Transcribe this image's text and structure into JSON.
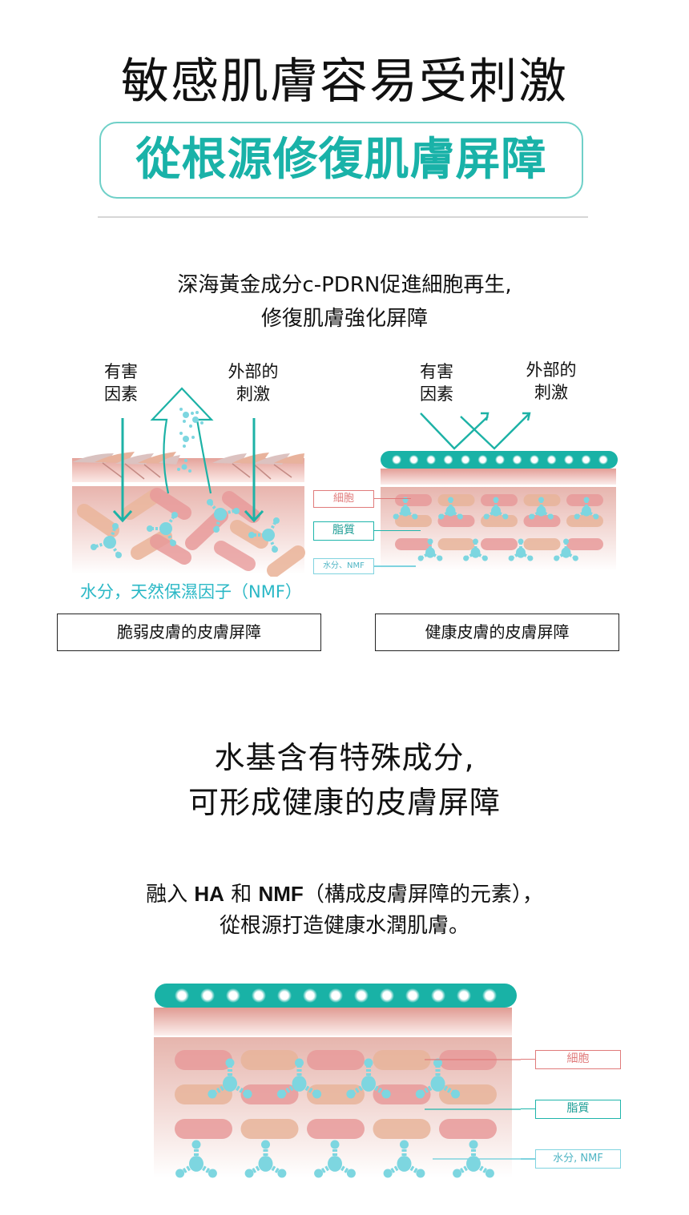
{
  "hero": {
    "headline": "敏感肌膚容易受刺激",
    "subheadline": "從根源修復肌膚屏障"
  },
  "intro": {
    "line1": "深海黃金成分c-PDRN促進細胞再生,",
    "line2": "修復肌膚強化屏障"
  },
  "comparison": {
    "left": {
      "label_harmful": [
        "有害",
        "因素"
      ],
      "label_external": [
        "外部的",
        "刺激"
      ],
      "nmf_caption": "水分，天然保濕因子（NMF）",
      "caption": "脆弱皮膚的皮膚屏障"
    },
    "right": {
      "label_harmful": [
        "有害",
        "因素"
      ],
      "label_external": [
        "外部的",
        "刺激"
      ],
      "tags": {
        "cells": "細胞",
        "lipids": "脂質",
        "water_nmf": "水分、NMF"
      },
      "caption": "健康皮膚的皮膚屏障"
    }
  },
  "section2": {
    "headline_line1": "水基含有特殊成分,",
    "headline_line2": "可形成健康的皮膚屏障",
    "body_prefix": "融入 ",
    "body_ha": "HA",
    "body_and": " 和 ",
    "body_nmf": "NMF",
    "body_suffix": "（構成皮膚屏障的元素），",
    "body_line2": "從根源打造健康水潤肌膚。",
    "tags": {
      "cells": "細胞",
      "lipids": "脂質",
      "water_nmf": "水分, NMF"
    }
  },
  "colors": {
    "teal": "#19b2a8",
    "teal_light": "#6fd0c8",
    "molecule_blue": "#7dd6e0",
    "cell_red": "#e89a9a",
    "cell_peach": "#e8b49a",
    "skin_pink": "#e7b3ac",
    "tag_red": "#e07b7b",
    "tag_teal": "#1fb5ab",
    "tag_lightblue": "#7fd3df"
  }
}
